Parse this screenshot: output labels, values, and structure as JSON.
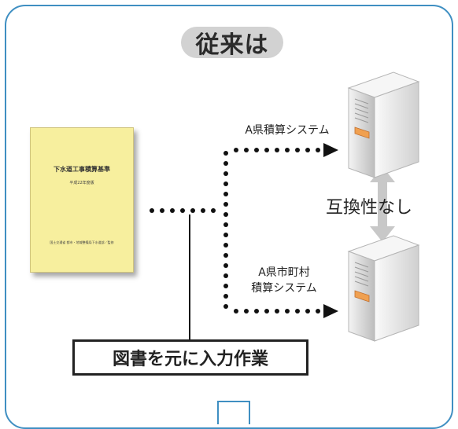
{
  "title": "従来は",
  "book": {
    "title": "下水道工事積算基準",
    "subtitle": "平成22年度版",
    "footer": "国土交通省 都市・地域整備局下水道部／監修"
  },
  "systems": {
    "top_label": "A県積算システム",
    "bottom_label_line1": "A県市町村",
    "bottom_label_line2": "積算システム"
  },
  "compatibility_label": "互換性なし",
  "caption": "図書を元に入力作業",
  "colors": {
    "frame": "#3f8fc2",
    "pill": "#d2d2d2",
    "book": "#f7ef9e",
    "dots": "#111111",
    "compat_arrow": "#c8c8c8",
    "server_accent": "#f0a050"
  }
}
